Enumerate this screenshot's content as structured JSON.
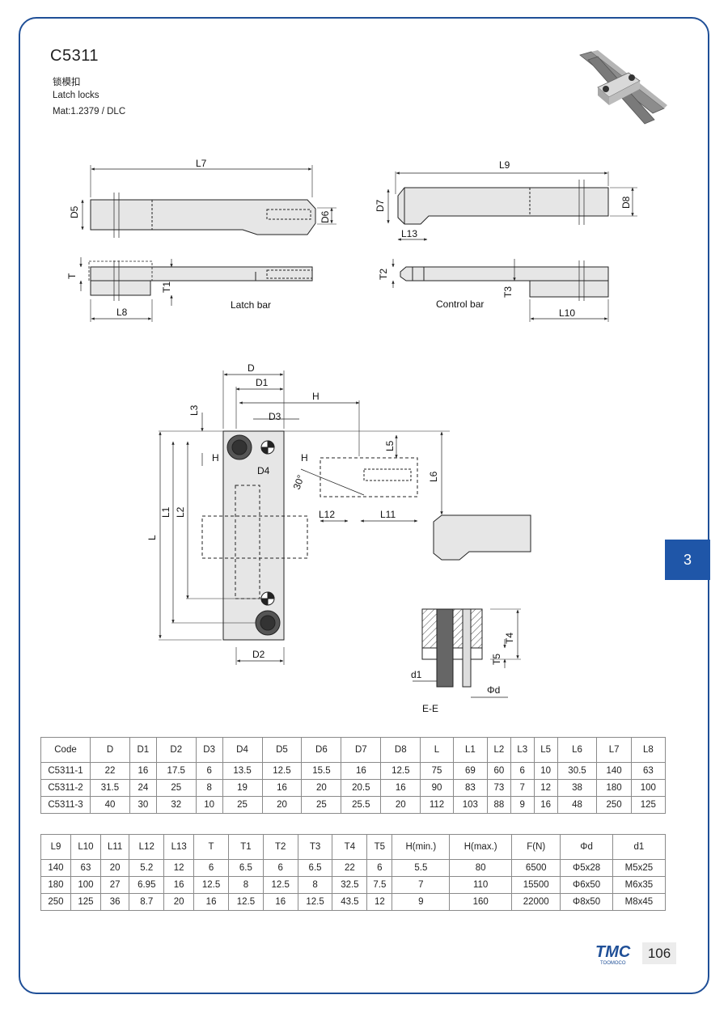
{
  "header": {
    "code": "C5311",
    "name_cn": "锁模扣",
    "name_en": "Latch locks",
    "material": "Mat:1.2379 / DLC"
  },
  "drawing": {
    "top_labels": [
      "L7",
      "D5",
      "D6",
      "T",
      "T1",
      "L8",
      "Latch bar",
      "L9",
      "D7",
      "D8",
      "L13",
      "T2",
      "T3",
      "L10",
      "Control bar"
    ],
    "main_labels": [
      "D",
      "D1",
      "H",
      "L3",
      "D3",
      "L5",
      "H",
      "H",
      "D4",
      "30°",
      "L6",
      "L",
      "L1",
      "L2",
      "L12",
      "L11",
      "D2"
    ],
    "section_labels": [
      "T4",
      "T5",
      "d1",
      "Φd",
      "E-E"
    ]
  },
  "table1": {
    "headers": [
      "Code",
      "D",
      "D1",
      "D2",
      "D3",
      "D4",
      "D5",
      "D6",
      "D7",
      "D8",
      "L",
      "L1",
      "L2",
      "L3",
      "L5",
      "L6",
      "L7",
      "L8"
    ],
    "rows": [
      [
        "C5311-1",
        "22",
        "16",
        "17.5",
        "6",
        "13.5",
        "12.5",
        "15.5",
        "16",
        "12.5",
        "75",
        "69",
        "60",
        "6",
        "10",
        "30.5",
        "140",
        "63"
      ],
      [
        "C5311-2",
        "31.5",
        "24",
        "25",
        "8",
        "19",
        "16",
        "20",
        "20.5",
        "16",
        "90",
        "83",
        "73",
        "7",
        "12",
        "38",
        "180",
        "100"
      ],
      [
        "C5311-3",
        "40",
        "30",
        "32",
        "10",
        "25",
        "20",
        "25",
        "25.5",
        "20",
        "112",
        "103",
        "88",
        "9",
        "16",
        "48",
        "250",
        "125"
      ]
    ]
  },
  "table2": {
    "headers": [
      "L9",
      "L10",
      "L11",
      "L12",
      "L13",
      "T",
      "T1",
      "T2",
      "T3",
      "T4",
      "T5",
      "H(min.)",
      "H(max.)",
      "F(N)",
      "Φd",
      "d1"
    ],
    "rows": [
      [
        "140",
        "63",
        "20",
        "5.2",
        "12",
        "6",
        "6.5",
        "6",
        "6.5",
        "22",
        "6",
        "5.5",
        "80",
        "6500",
        "Φ5x28",
        "M5x25"
      ],
      [
        "180",
        "100",
        "27",
        "6.95",
        "16",
        "12.5",
        "8",
        "12.5",
        "8",
        "32.5",
        "7.5",
        "7",
        "110",
        "15500",
        "Φ6x50",
        "M6x35"
      ],
      [
        "250",
        "125",
        "36",
        "8.7",
        "20",
        "16",
        "12.5",
        "16",
        "12.5",
        "43.5",
        "12",
        "9",
        "160",
        "22000",
        "Φ8x50",
        "M8x45"
      ]
    ]
  },
  "side_tab": "3",
  "footer": {
    "logo": "TMC",
    "logo_sub": "TOOMOCO",
    "page": "106"
  },
  "colors": {
    "frame": "#1f4f97",
    "tab": "#1f56a8",
    "part_fill": "#e6e6e6"
  }
}
